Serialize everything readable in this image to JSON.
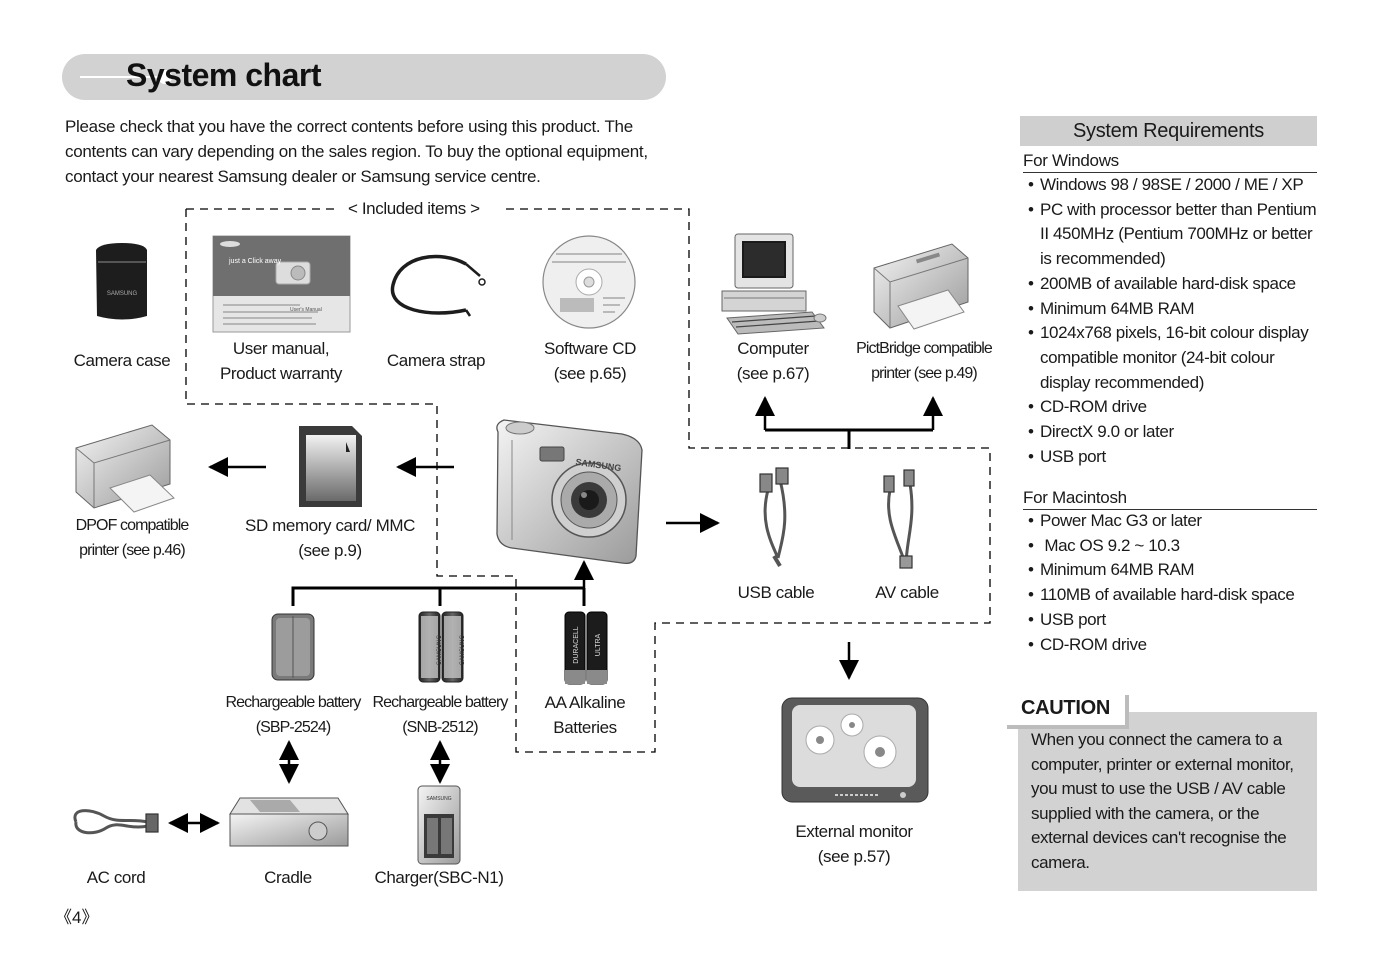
{
  "title": "System chart",
  "intro": "Please check that you have the correct contents before using this product. The contents can vary depending on the sales region. To buy the optional equipment, contact your nearest Samsung dealer or Samsung service centre.",
  "included_label": "< Included items >",
  "labels": {
    "camera_case": "Camera case",
    "user_manual_1": "User manual,",
    "user_manual_2": "Product warranty",
    "camera_strap": "Camera strap",
    "software_cd_1": "Software CD",
    "software_cd_2": "(see p.65)",
    "computer_1": "Computer",
    "computer_2": "(see p.67)",
    "pictbridge_1": "PictBridge compatible",
    "pictbridge_2": "printer (see p.49)",
    "dpof_1": "DPOF compatible",
    "dpof_2": "printer (see p.46)",
    "sd_1": "SD memory card/ MMC",
    "sd_2": "(see p.9)",
    "usb_cable": "USB cable",
    "av_cable": "AV cable",
    "batt1_1": "Rechargeable battery",
    "batt1_2": "(SBP-2524)",
    "batt2_1": "Rechargeable battery",
    "batt2_2": "(SNB-2512)",
    "aa_1": "AA Alkaline",
    "aa_2": "Batteries",
    "monitor_1": "External monitor",
    "monitor_2": "(see p.57)",
    "ac_cord": "AC cord",
    "cradle": "Cradle",
    "charger": "Charger(SBC-N1)"
  },
  "product_marks": {
    "samsung": "SAMSUNG",
    "just_a_click": "just a Click away",
    "users_manual": "User's Manual",
    "duracell": "DURACELL",
    "ultra": "ULTRA"
  },
  "system_requirements": {
    "heading": "System Requirements",
    "windows_heading": "For Windows",
    "windows": [
      "Windows 98 / 98SE / 2000 / ME / XP",
      "PC with processor better than Pentium II 450MHz  (Pentium 700MHz or better is recommended)",
      "200MB of available hard-disk space",
      "Minimum 64MB RAM",
      "1024x768 pixels, 16-bit colour display compatible monitor (24-bit colour display recommended)",
      "CD-ROM drive",
      "DirectX 9.0 or later",
      "USB port"
    ],
    "mac_heading": "For Macintosh",
    "mac": [
      "Power Mac G3 or later",
      " Mac OS 9.2 ~ 10.3",
      "Minimum 64MB RAM",
      "110MB of available hard-disk space",
      "USB port",
      "CD-ROM drive"
    ]
  },
  "caution": {
    "title": "CAUTION",
    "text": "When you connect the camera to a computer, printer or external monitor, you must to use the USB / AV cable supplied with the camera, or the external devices can't recognise the camera."
  },
  "page_number": "《4》",
  "colors": {
    "title_bar": "#d2d2d2",
    "caution_bg": "#d2d2d2",
    "line": "#000000"
  }
}
